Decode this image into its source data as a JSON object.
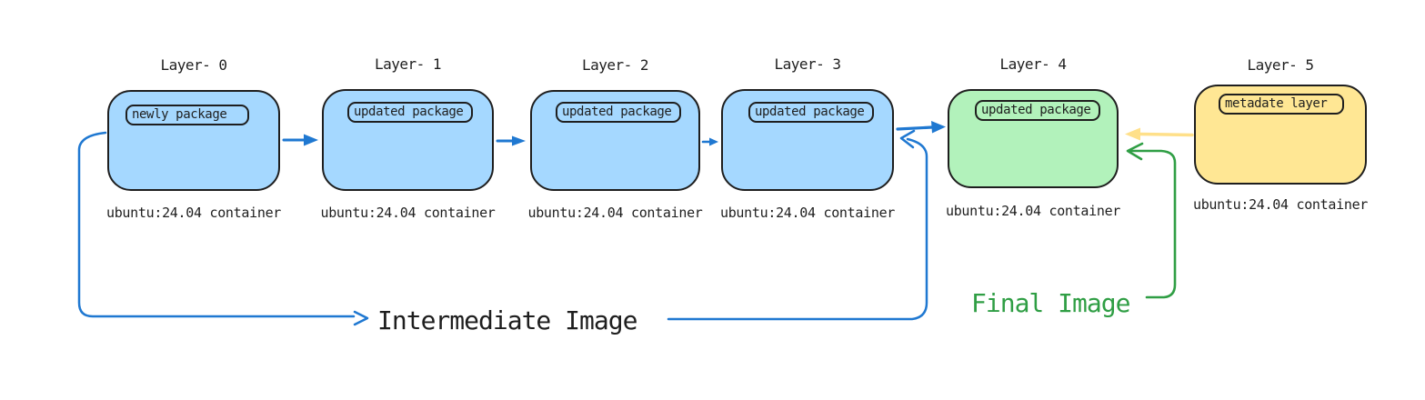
{
  "diagram": {
    "layers": [
      {
        "title": "Layer- 0",
        "package_label": "newly package",
        "caption": "ubuntu:24.04 container",
        "fill": "#a5d8ff"
      },
      {
        "title": "Layer- 1",
        "package_label": "updated package",
        "caption": "ubuntu:24.04 container",
        "fill": "#a5d8ff"
      },
      {
        "title": "Layer- 2",
        "package_label": "updated package",
        "caption": "ubuntu:24.04 container",
        "fill": "#a5d8ff"
      },
      {
        "title": "Layer- 3",
        "package_label": "updated package",
        "caption": "ubuntu:24.04 container",
        "fill": "#a5d8ff"
      },
      {
        "title": "Layer- 4",
        "package_label": "updated package",
        "caption": "ubuntu:24.04 container",
        "fill": "#b2f2bb"
      },
      {
        "title": "Layer- 5",
        "package_label": "metadate layer",
        "caption": "ubuntu:24.04 container",
        "fill": "#ffe794"
      }
    ],
    "annotations": {
      "intermediate_image": "Intermediate Image",
      "final_image": "Final Image"
    },
    "colors": {
      "arrow_blue": "#1f78d1",
      "arrow_yellow": "#ffe08a",
      "arrow_green": "#2f9e44",
      "stroke_dark": "#1e1e1e"
    }
  }
}
